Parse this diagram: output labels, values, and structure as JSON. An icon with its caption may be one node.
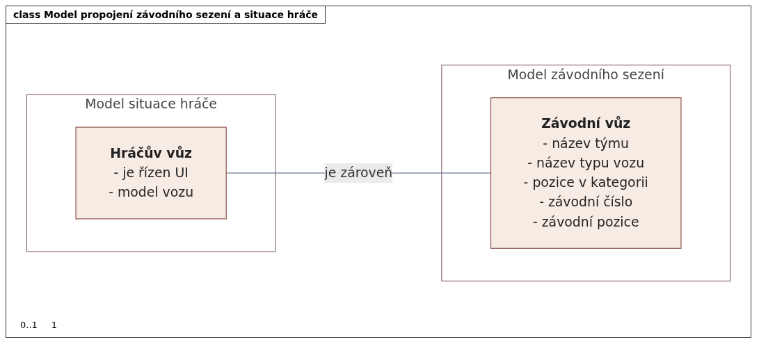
{
  "diagram": {
    "title": "class Model propojení závodního sezení a situace hráče",
    "nodes": [
      {
        "text": [
          "Model situace hráče"
        ]
      },
      {
        "text": [
          "Hráčův vůz",
          "- je řízen UI",
          "- model vozu"
        ],
        "in": 0
      },
      {
        "text": [
          "Model závodního sezení"
        ]
      },
      {
        "text": [
          "Závodní vůz",
          "- název týmu",
          "- název typu vozu",
          "- pozice v kategorii",
          "- závodní číslo",
          "- závodní pozice"
        ],
        "in": 2
      }
    ],
    "edges": [
      {
        "from": 1,
        "to": 3,
        "label": "je zároveň",
        "arrow": "none"
      }
    ],
    "labels": [
      "0..1",
      "1"
    ]
  }
}
